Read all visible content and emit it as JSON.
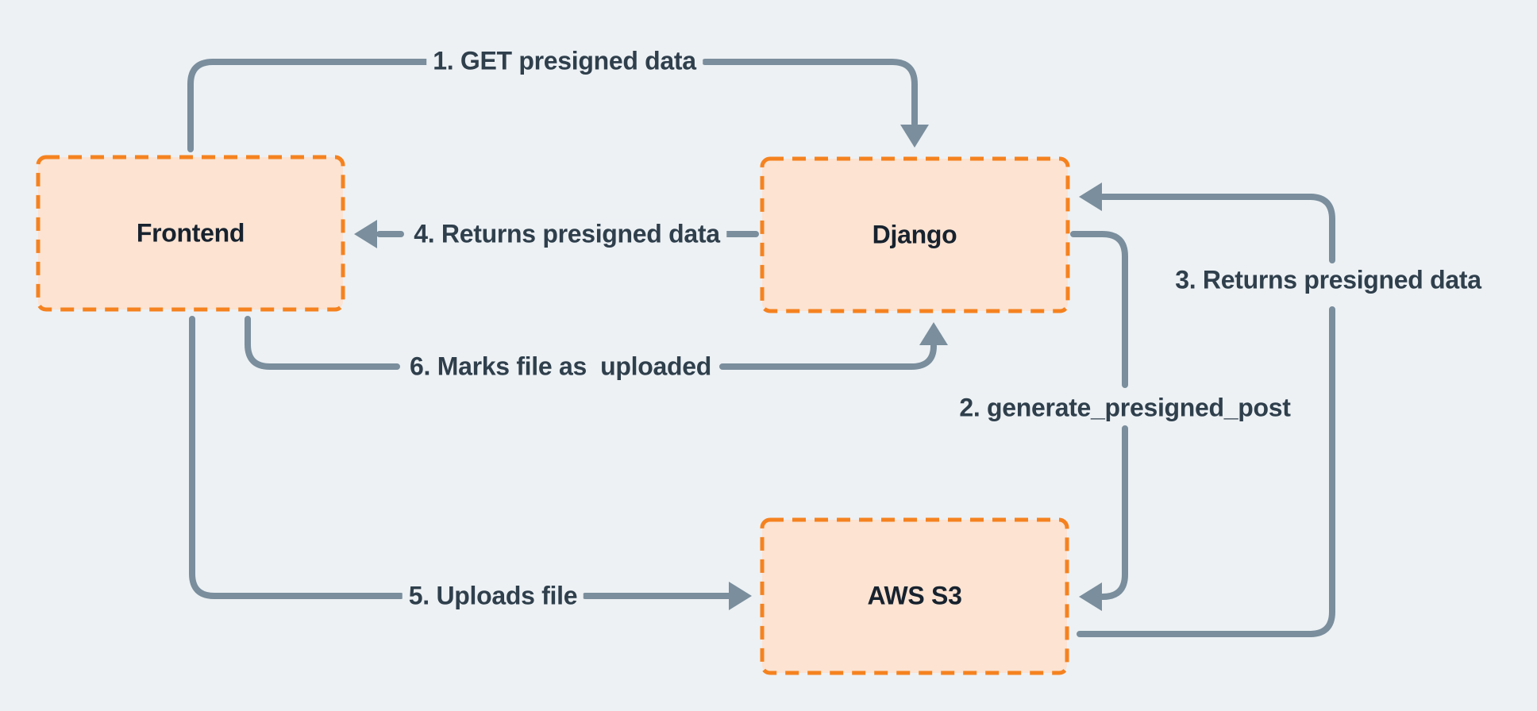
{
  "diagram": {
    "type": "flow-diagram",
    "description": "Presigned S3 upload flow",
    "nodes": [
      {
        "id": "frontend",
        "label": "Frontend"
      },
      {
        "id": "django",
        "label": "Django"
      },
      {
        "id": "aws_s3",
        "label": "AWS S3"
      }
    ],
    "edges": [
      {
        "step": 1,
        "label": "1. GET presigned data",
        "from": "frontend",
        "to": "django"
      },
      {
        "step": 2,
        "label": "2. generate_presigned_post",
        "from": "django",
        "to": "aws_s3"
      },
      {
        "step": 3,
        "label": "3. Returns presigned data",
        "from": "aws_s3",
        "to": "django"
      },
      {
        "step": 4,
        "label": "4. Returns presigned data",
        "from": "django",
        "to": "frontend"
      },
      {
        "step": 5,
        "label": "5. Uploads file",
        "from": "frontend",
        "to": "aws_s3"
      },
      {
        "step": 6,
        "label": "6. Marks file as  uploaded",
        "from": "frontend",
        "to": "django"
      }
    ],
    "colors": {
      "background": "#edf1f4",
      "node_fill": "#fce3d2",
      "node_border": "#f5821f",
      "arrow": "#7a8e9d",
      "edge_text": "#2f3f4c",
      "node_text": "#17222e"
    }
  }
}
